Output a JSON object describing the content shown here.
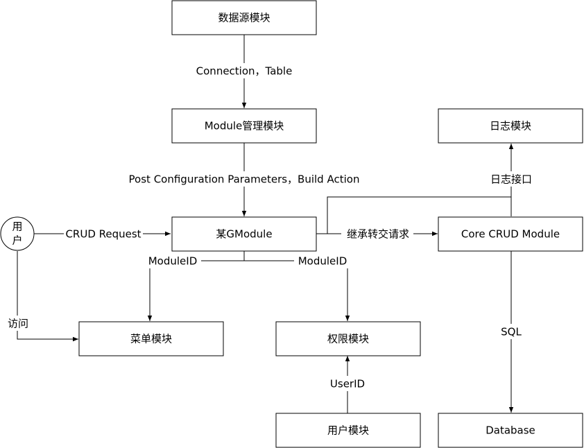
{
  "nodes": {
    "datasource": "数据源模块",
    "module_mgr": "Module管理模块",
    "log": "日志模块",
    "user": "用\n户",
    "g_module": "某GModule",
    "core_crud": "Core CRUD Module",
    "menu": "菜单模块",
    "permission": "权限模块",
    "user_module": "用户模块",
    "database": "Database"
  },
  "edges": {
    "connection_table": "Connection，Table",
    "post_config": "Post Configuration Parameters，Build Action",
    "log_interface": "日志接口",
    "crud_request": "CRUD Request",
    "inherit_forward": "继承转交请求",
    "module_id_left": "ModuleID",
    "module_id_right": "ModuleID",
    "access": "访问",
    "user_id": "UserID",
    "sql": "SQL"
  }
}
